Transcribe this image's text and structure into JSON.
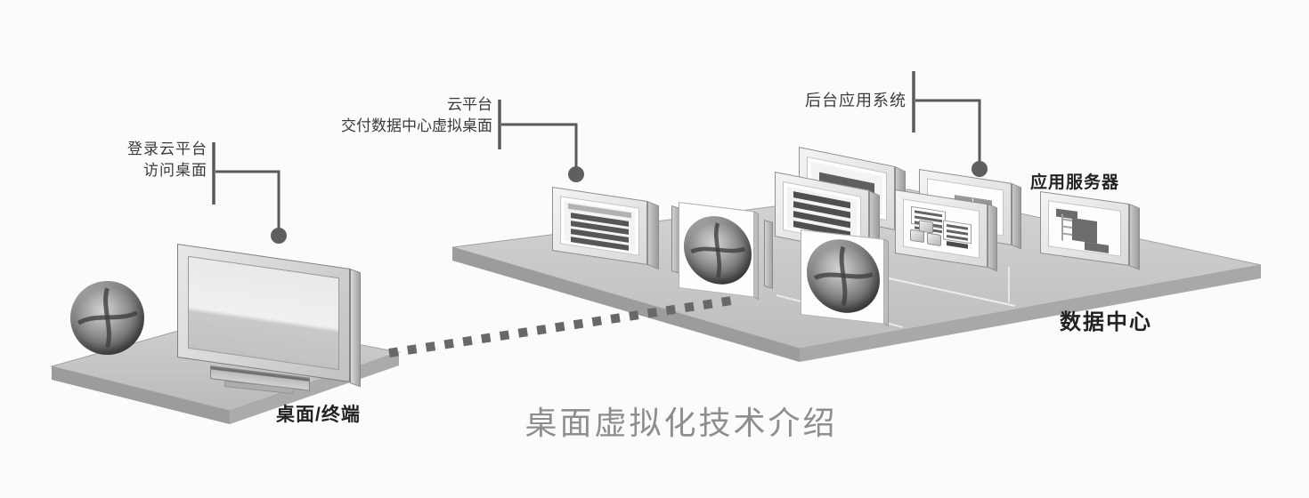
{
  "diagram": {
    "title": "桌面虚拟化技术介绍",
    "callouts": {
      "login": {
        "line1": "登录云平台",
        "line2": "访问桌面"
      },
      "cloud": {
        "line1": "云平台",
        "line2": "交付数据中心虚拟桌面"
      },
      "backend": {
        "line1": "后台应用系统"
      }
    },
    "labels": {
      "terminal": "桌面/终端",
      "app_server": "应用服务器",
      "data_center": "数据中心"
    },
    "icons": {
      "windows_orb": "windows-logo-orb"
    },
    "colors": {
      "callout_line": "#5a5a5a",
      "label_text": "#3b3b3b",
      "title_text": "#8e8e8e",
      "platform": "#c6c6c6",
      "screen_bar": "#555555"
    }
  }
}
